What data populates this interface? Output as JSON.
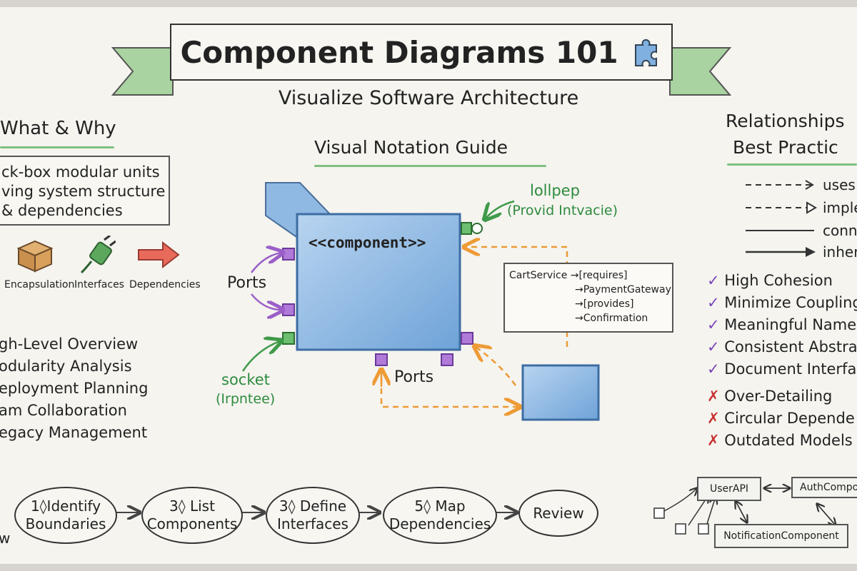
{
  "header": {
    "title": "Component Diagrams 101",
    "subtitle": "Visualize Software Architecture"
  },
  "left": {
    "title": "What & Why",
    "definition_lines": [
      "ck-box modular units",
      "ving system structure",
      "& dependencies"
    ],
    "icons": [
      {
        "name": "box-icon",
        "label": "Encapsulation"
      },
      {
        "name": "plug-icon",
        "label": "Interfaces"
      },
      {
        "name": "arrow-right-icon",
        "label": "Dependencies"
      }
    ],
    "benefits": [
      "gh-Level Overview",
      "odularity Analysis",
      "eployment Planning",
      "am Collaboration",
      "egacy Management"
    ]
  },
  "center": {
    "title": "Visual Notation Guide",
    "component_label": "<<component>>",
    "lollipop_label": "lollpep",
    "lollipop_sub": "(Provid Intvacie)",
    "socket_label": "socket",
    "socket_sub": "(Irpntee)",
    "ports_left": "Ports",
    "ports_bottom": "Ports",
    "code_lines": [
      "CartService →[requires]",
      "→PaymentGateway",
      "→[provides]",
      "→Confirmation"
    ]
  },
  "right": {
    "title_line1": "Relationships",
    "title_line2": "Best Practic",
    "relations": [
      {
        "style": "dashed-open",
        "label": "uses"
      },
      {
        "style": "dashed-triangle",
        "label": "imple"
      },
      {
        "style": "solid-line",
        "label": "conn"
      },
      {
        "style": "solid-arrow",
        "label": "inher"
      }
    ],
    "good": [
      "High Cohesion",
      "Minimize Coupling",
      "Meaningful Name",
      "Consistent Abstra",
      "Document Interfa"
    ],
    "bad": [
      "Over-Detailing",
      "Circular Depende",
      "Outdated Models"
    ],
    "mini_diagram": {
      "user_api": "UserAPI",
      "auth": "AuthCompo",
      "notification": "NotificationComponent"
    }
  },
  "workflow": {
    "edge_label": "w",
    "steps": [
      {
        "num": "1◊",
        "line1": "Identify",
        "line2": "Boundaries"
      },
      {
        "num": "3◊",
        "line1": "List",
        "line2": "Components"
      },
      {
        "num": "3◊",
        "line1": "Define",
        "line2": "Interfaces"
      },
      {
        "num": "5◊",
        "line1": "Map",
        "line2": "Dependencies"
      },
      {
        "num": "",
        "line1": "Review",
        "line2": ""
      }
    ]
  },
  "colors": {
    "component_blue": "#7fb0e0",
    "port_purple": "#9b5fc8",
    "interface_green": "#3f9a4a",
    "flow_orange": "#ee9a35",
    "banner_green": "#a9d3a0"
  }
}
